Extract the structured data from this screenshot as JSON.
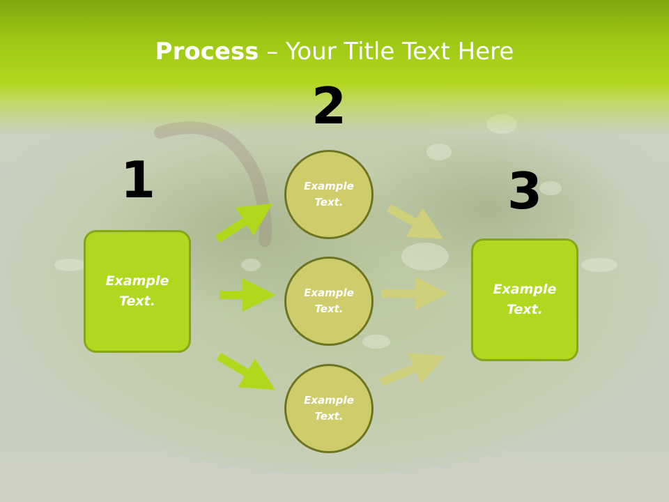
{
  "slide": {
    "title_bold": "Process",
    "title_dash": " – ",
    "title_rest": "Your Title Text Here"
  },
  "steps": {
    "one": "1",
    "two": "2",
    "three": "3"
  },
  "left_box": {
    "text_line1": "Example",
    "text_line2": "Text."
  },
  "right_box": {
    "text_line1": "Example",
    "text_line2": "Text."
  },
  "circles": [
    {
      "text_line1": "Example",
      "text_line2": "Text."
    },
    {
      "text_line1": "Example",
      "text_line2": "Text."
    },
    {
      "text_line1": "Example",
      "text_line2": "Text."
    }
  ],
  "colors": {
    "header_green": "#9cc714",
    "box_green": "#afd81e",
    "circle_olive": "#cfcc6c",
    "arrow_green": "#b2d81c",
    "arrow_olive": "#cfcf7a"
  },
  "icons": {
    "arrow": "right-arrow-icon"
  }
}
